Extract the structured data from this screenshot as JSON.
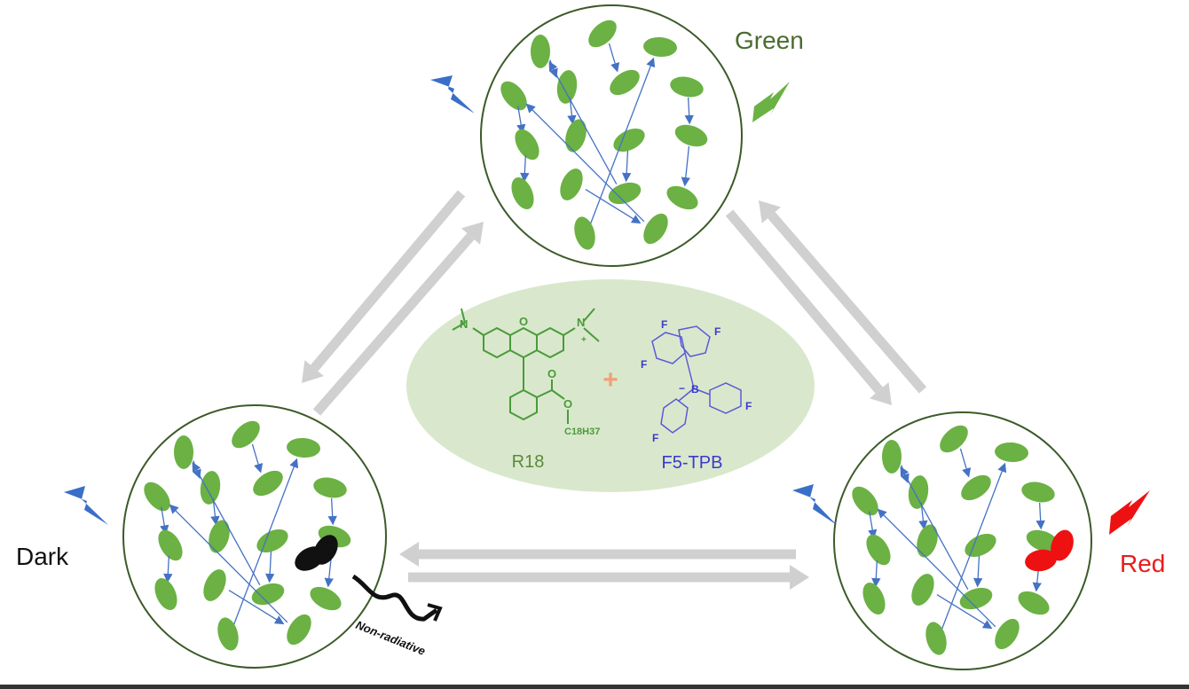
{
  "labels": {
    "green": "Green",
    "dark": "Dark",
    "red": "Red",
    "non_radiative": "Non-radiative"
  },
  "center": {
    "r18_label": "R18",
    "f5tpb_label": "F5-TPB",
    "r18_atoms": {
      "n1": "N",
      "n2": "N",
      "o_ring": "O",
      "o_carbonyl": "O",
      "o_ester": "O",
      "chain": "C18H37",
      "charge": "+"
    },
    "f5tpb_atoms": {
      "boron": "B",
      "charge": "−",
      "fluorine": "F"
    }
  },
  "colors": {
    "particle_green": "#6bb144",
    "particle_red": "#ee1111",
    "particle_black": "#111111",
    "transfer_arrow": "#4472c4",
    "equilibrium_arrow": "#d0d0d0",
    "circle_border": "#3c5a28",
    "ellipse_fill": "#d9e8cc",
    "green_text": "#4a6b2e",
    "red_text": "#e81c1c",
    "r18_color": "#4a9a3a",
    "f5tpb_color": "#3a3acc",
    "plus_color": "#f0a07a"
  },
  "icons": [
    "lightning-excitation-icon",
    "lightning-emission-green-icon",
    "lightning-emission-red-icon",
    "wavy-arrow-icon"
  ]
}
